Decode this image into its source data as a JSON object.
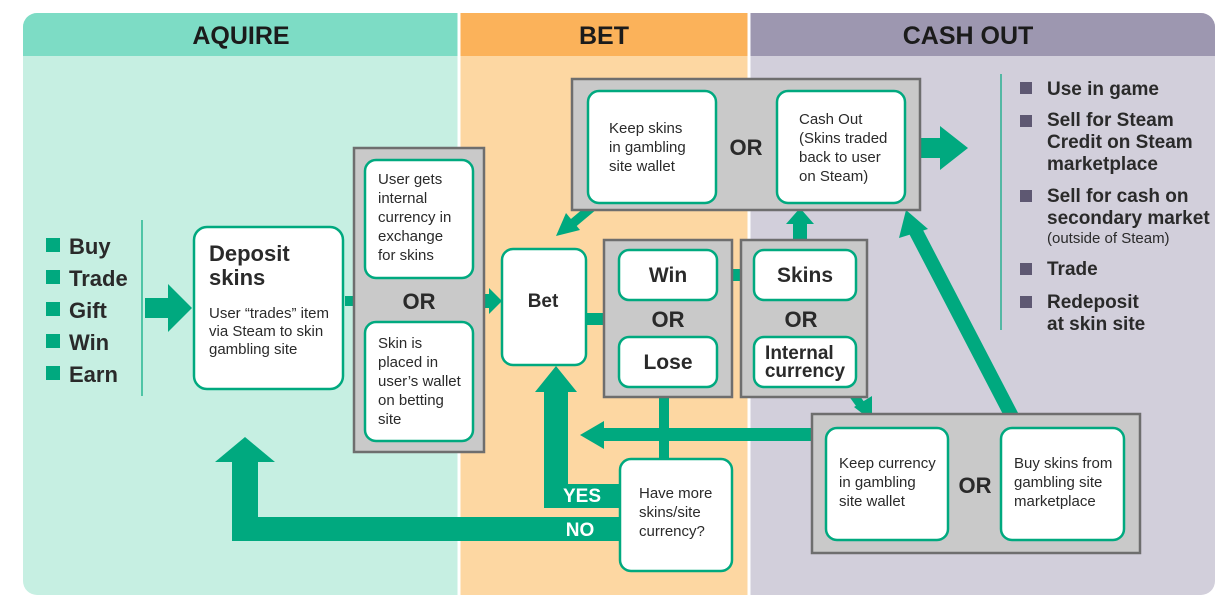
{
  "headers": {
    "acquire": "AQUIRE",
    "bet": "BET",
    "cash_out": "CASH OUT"
  },
  "sources": [
    "Buy",
    "Trade",
    "Gift",
    "Win",
    "Earn"
  ],
  "deposit": {
    "title_lines": [
      "Deposit",
      "skins"
    ],
    "desc_lines": [
      "User “trades” item",
      "via Steam to skin",
      "gambling site"
    ]
  },
  "deposit_options": {
    "option1_lines": [
      "User gets",
      "internal",
      "currency in",
      "exchange",
      "for skins"
    ],
    "option2_lines": [
      "Skin is",
      "placed in",
      "user’s wallet",
      "on betting",
      "site"
    ]
  },
  "or_label": "OR",
  "bet": "Bet",
  "outcome": {
    "win": "Win",
    "lose": "Lose"
  },
  "winnings": {
    "skins": "Skins",
    "currency_lines": [
      "Internal",
      "currency"
    ]
  },
  "top_choice": {
    "keep_lines": [
      "Keep skins",
      "in gambling",
      "site wallet"
    ],
    "cashout_lines": [
      "Cash Out",
      "(Skins traded",
      "back to user",
      "on Steam)"
    ]
  },
  "bottom_choice": {
    "keep_lines": [
      "Keep currency",
      "in gambling",
      "site wallet"
    ],
    "buy_lines": [
      "Buy skins from",
      "gambling site",
      "marketplace"
    ]
  },
  "decision": {
    "question_lines": [
      "Have more",
      "skins/site",
      "currency?"
    ],
    "yes": "YES",
    "no": "NO"
  },
  "cashout_options": [
    {
      "lines": [
        "Use in game"
      ]
    },
    {
      "lines": [
        "Sell for Steam",
        "Credit on Steam",
        "marketplace"
      ]
    },
    {
      "lines": [
        "Sell for cash on",
        "secondary market"
      ],
      "note": "(outside of Steam)"
    },
    {
      "lines": [
        "Trade"
      ]
    },
    {
      "lines": [
        "Redeposit",
        "at skin site"
      ]
    }
  ],
  "colors": {
    "acquire_bg": "#c6efe2",
    "acquire_header": "#7ddcc5",
    "bet_bg": "#fdd7a2",
    "bet_header": "#fbb25a",
    "cashout_bg": "#d2cfdb",
    "cashout_header": "#9d97b0",
    "accent": "#00a97f",
    "group_fill": "#c9c9c9"
  }
}
